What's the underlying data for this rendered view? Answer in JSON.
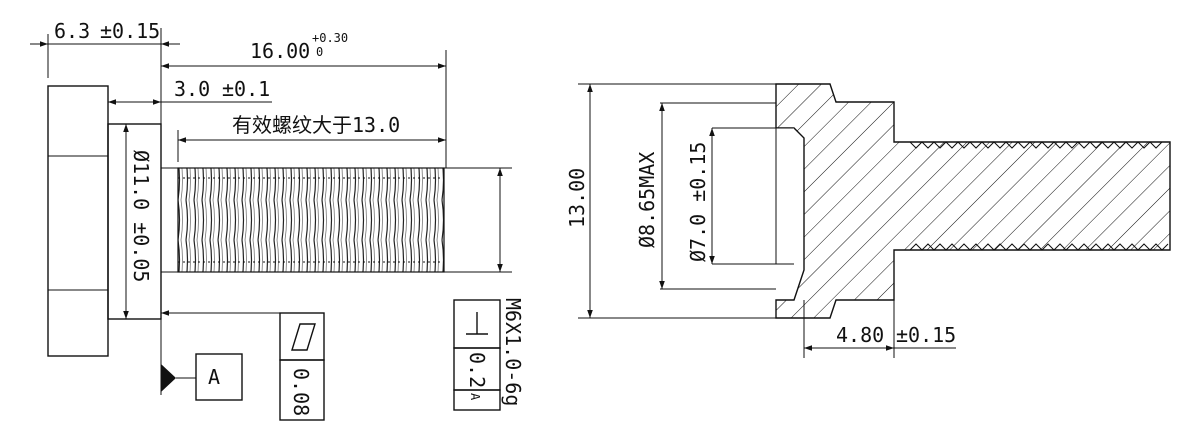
{
  "left_view": {
    "head_width": "6.3",
    "head_width_tol": "±0.15",
    "total_length": "16.00",
    "total_length_tol_upper": "+0.30",
    "total_length_tol_lower": "0",
    "shoulder_length": "3.0",
    "shoulder_length_tol": "±0.1",
    "thread_note": "有效螺纹大于13.0",
    "shoulder_diameter": "Ø11.0 ±0.05",
    "thread_spec": "M6X1.0-6g",
    "datum_label": "A",
    "flatness_tolerance": "0.08",
    "perpendicularity_tolerance": "0.2",
    "perpendicularity_datum": "A"
  },
  "right_view": {
    "outer_diameter": "13.00",
    "bore_max_diameter": "Ø8.65MAX",
    "bore_diameter": "Ø7.0 ±0.15",
    "depth": "4.80",
    "depth_tol": "±0.15"
  }
}
